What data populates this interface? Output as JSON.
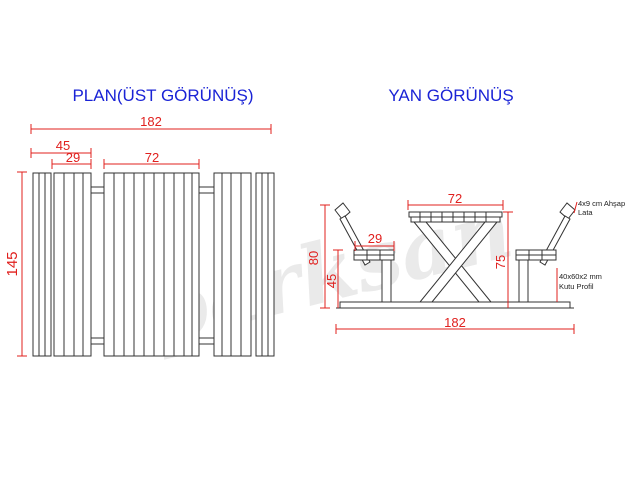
{
  "titles": {
    "plan": "PLAN(ÜST GÖRÜNÜŞ)",
    "side": "YAN  GÖRÜNÜŞ"
  },
  "watermark": "parksan",
  "plan_dimensions": {
    "total_width": "182",
    "bench_outer": "45",
    "bench_seat": "29",
    "table_top": "72",
    "length": "145"
  },
  "side_dimensions": {
    "table_top": "72",
    "seat_depth": "29",
    "total_height": "80",
    "seat_height": "45",
    "table_height": "75",
    "total_width": "182"
  },
  "notes": {
    "wood_line1": "4x9 cm Ahşap",
    "wood_line2": "Lata",
    "profile_line1": "40x60x2 mm",
    "profile_line2": "Kutu Profil"
  },
  "colors": {
    "title": "#1a23d6",
    "dimension": "#e0201e",
    "line": "#333333",
    "watermark": "#d9d9d9"
  }
}
